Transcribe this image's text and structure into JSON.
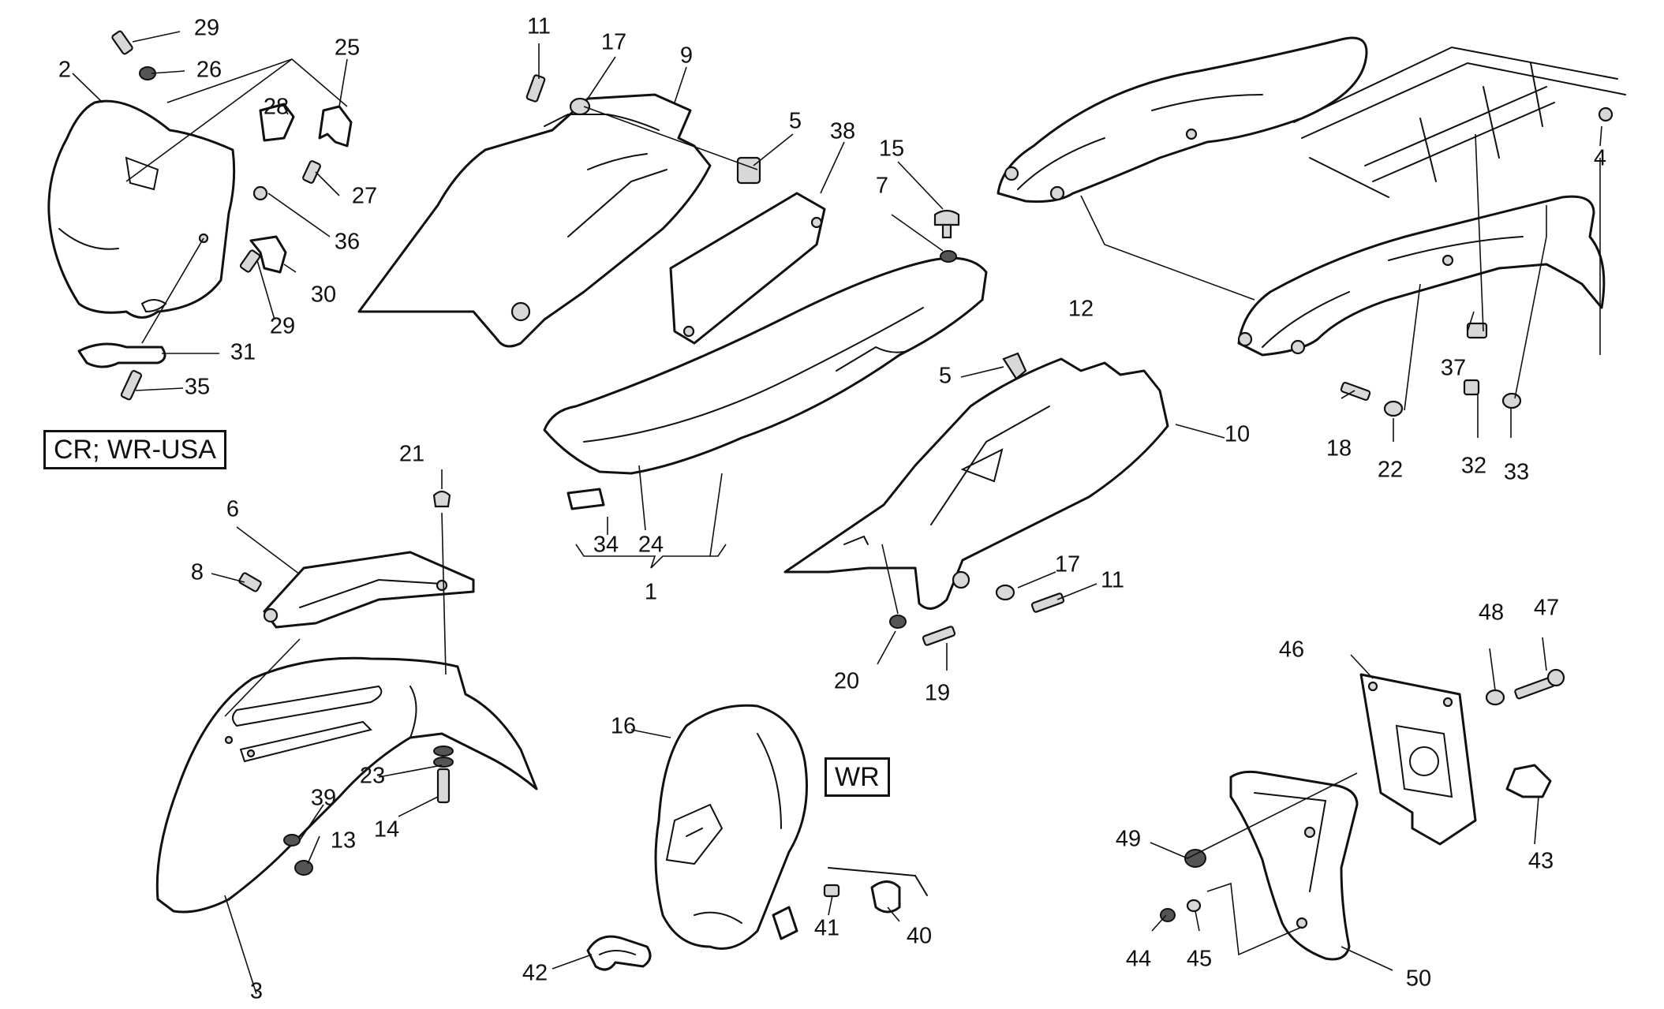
{
  "variant_labels": {
    "cr_wr_usa": "CR; WR-USA",
    "wr": "WR"
  },
  "callouts": [
    "29",
    "2",
    "26",
    "25",
    "28",
    "27",
    "36",
    "30",
    "29",
    "31",
    "35",
    "11",
    "17",
    "9",
    "5",
    "38",
    "15",
    "7",
    "5",
    "10",
    "12",
    "4",
    "37",
    "18",
    "22",
    "32",
    "33",
    "21",
    "6",
    "8",
    "24",
    "34",
    "1",
    "17",
    "11",
    "20",
    "19",
    "23",
    "14",
    "39",
    "13",
    "3",
    "16",
    "42",
    "41",
    "40",
    "48",
    "47",
    "46",
    "49",
    "43",
    "44",
    "45",
    "50"
  ]
}
